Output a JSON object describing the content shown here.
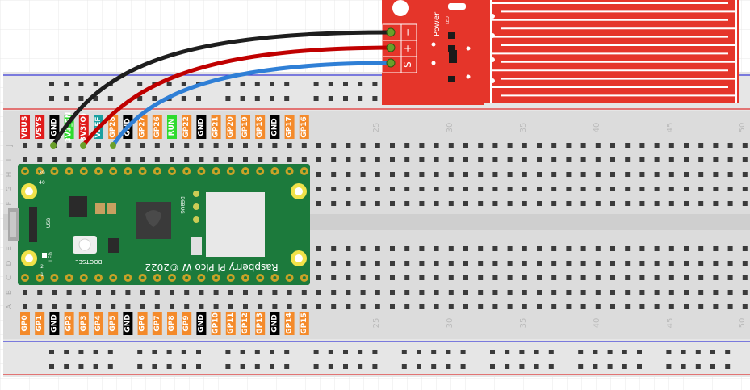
{
  "pico": {
    "board_label": "Raspberry Pi Pico W ©2022",
    "bootsel_label": "BOOTSEL",
    "debug_label": "DEBUG",
    "usb_label": "USB",
    "led_label": "LED",
    "pin_num_top_left": "39",
    "pin_num_top_right": "40",
    "pin_num_bottom_left": "1",
    "pin_num_bottom_right": "2",
    "top_pins": [
      {
        "label": "VBUS",
        "color": "#e01b1b"
      },
      {
        "label": "VSYS",
        "color": "#e01b1b"
      },
      {
        "label": "GND",
        "color": "#000000"
      },
      {
        "label": "3V3_EN",
        "color": "#2edb2e"
      },
      {
        "label": "3V3(O)",
        "color": "#e01b1b"
      },
      {
        "label": "VREF",
        "color": "#1aa0a0"
      },
      {
        "label": "GP28",
        "color": "#f48a2a"
      },
      {
        "label": "GND",
        "color": "#000000"
      },
      {
        "label": "GP27",
        "color": "#f48a2a"
      },
      {
        "label": "GP26",
        "color": "#f48a2a"
      },
      {
        "label": "RUN",
        "color": "#2edb2e"
      },
      {
        "label": "GP22",
        "color": "#f48a2a"
      },
      {
        "label": "GND",
        "color": "#000000"
      },
      {
        "label": "GP21",
        "color": "#f48a2a"
      },
      {
        "label": "GP20",
        "color": "#f48a2a"
      },
      {
        "label": "GP19",
        "color": "#f48a2a"
      },
      {
        "label": "GP18",
        "color": "#f48a2a"
      },
      {
        "label": "GND",
        "color": "#000000"
      },
      {
        "label": "GP17",
        "color": "#f48a2a"
      },
      {
        "label": "GP16",
        "color": "#f48a2a"
      }
    ],
    "bottom_pins": [
      {
        "label": "GP0",
        "color": "#f48a2a"
      },
      {
        "label": "GP1",
        "color": "#f48a2a"
      },
      {
        "label": "GND",
        "color": "#000000"
      },
      {
        "label": "GP2",
        "color": "#f48a2a"
      },
      {
        "label": "GP3",
        "color": "#f48a2a"
      },
      {
        "label": "GP4",
        "color": "#f48a2a"
      },
      {
        "label": "GP5",
        "color": "#f48a2a"
      },
      {
        "label": "GND",
        "color": "#000000"
      },
      {
        "label": "GP6",
        "color": "#f48a2a"
      },
      {
        "label": "GP7",
        "color": "#f48a2a"
      },
      {
        "label": "GP8",
        "color": "#f48a2a"
      },
      {
        "label": "GP9",
        "color": "#f48a2a"
      },
      {
        "label": "GND",
        "color": "#000000"
      },
      {
        "label": "GP10",
        "color": "#f48a2a"
      },
      {
        "label": "GP11",
        "color": "#f48a2a"
      },
      {
        "label": "GP12",
        "color": "#f48a2a"
      },
      {
        "label": "GP13",
        "color": "#f48a2a"
      },
      {
        "label": "GND",
        "color": "#000000"
      },
      {
        "label": "GP14",
        "color": "#f48a2a"
      },
      {
        "label": "GP15",
        "color": "#f48a2a"
      }
    ]
  },
  "breadboard": {
    "column_numbers": [
      "25",
      "30",
      "35",
      "40",
      "45",
      "50"
    ],
    "row_letters_top": [
      "J",
      "I",
      "H",
      "G",
      "F"
    ],
    "row_letters_bottom": [
      "E",
      "D",
      "C",
      "B",
      "A"
    ]
  },
  "sensor": {
    "power_label": "Power",
    "pin_labels": [
      "−",
      "+",
      "S"
    ],
    "marking": "LED"
  },
  "wires": [
    {
      "name": "ground-wire",
      "color": "#1e1e1e"
    },
    {
      "name": "power-wire",
      "color": "#c00000"
    },
    {
      "name": "signal-wire",
      "color": "#2f7fd6"
    }
  ]
}
